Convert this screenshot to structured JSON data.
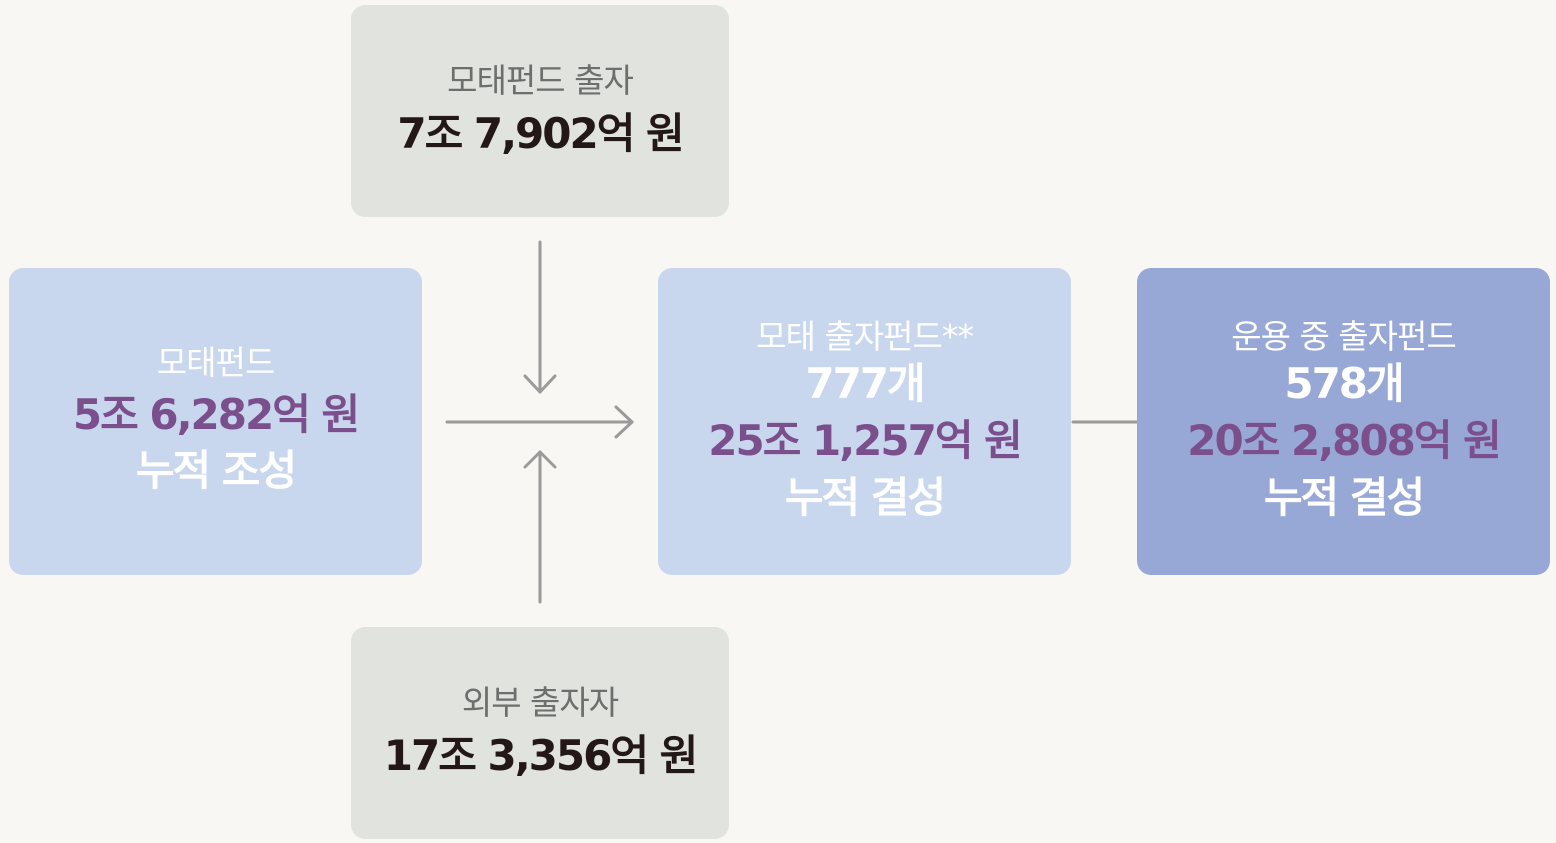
{
  "mother_fund_contribution": {
    "label": "모태펀드 출자",
    "amount": "7조 7,902억 원"
  },
  "external_investors": {
    "label": "외부 출자자",
    "amount": "17조 3,356억 원"
  },
  "mother_fund": {
    "label": "모태펀드",
    "amount": "5조 6,282억 원",
    "note": "누적 조성"
  },
  "invested_funds": {
    "label": "모태 출자펀드**",
    "count": "777개",
    "amount": "25조 1,257억 원",
    "note": "누적 결성"
  },
  "operating_funds": {
    "label": "운용 중 출자펀드",
    "count": "578개",
    "amount": "20조 2,808억 원",
    "note": "누적 결성"
  },
  "colors": {
    "background": "#f8f7f3",
    "gray_box": "#e0e3de",
    "light_blue_box": "#c8d7ed",
    "blue_box": "#97a7d6",
    "purple_text": "#7a4f8c",
    "dark_text": "#231815",
    "connector": "#9a9a9a"
  }
}
